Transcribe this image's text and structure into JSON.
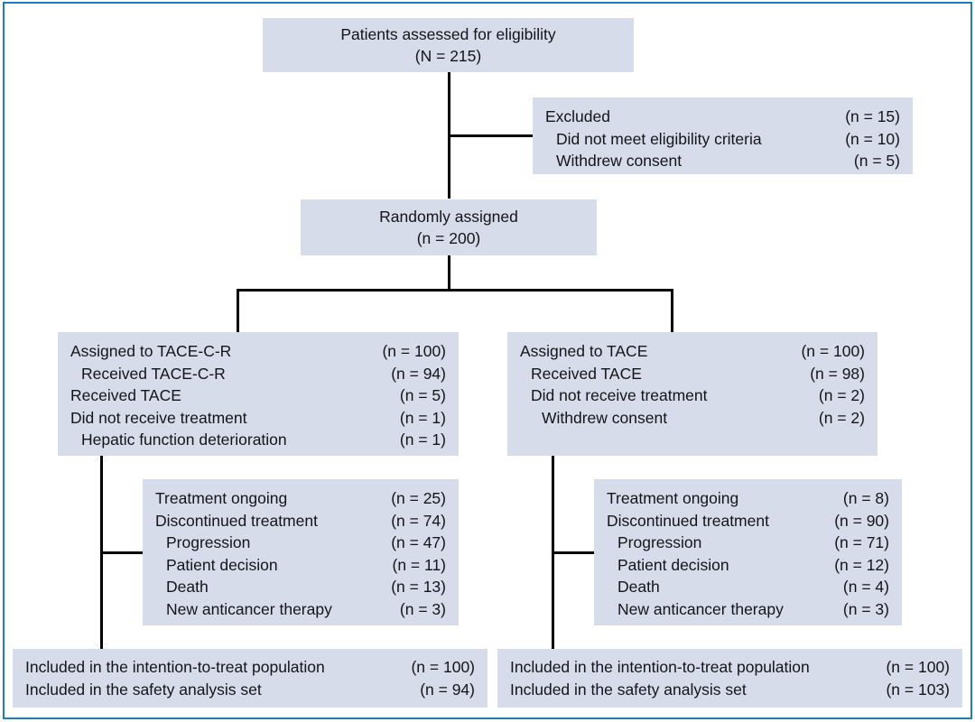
{
  "figure": {
    "type": "consort-flow-diagram",
    "border_color": "#1b7ec2",
    "box_fill": "#d6dcea",
    "line_color": "#000000",
    "text_color": "#12151a"
  },
  "enrollment": {
    "assessed": {
      "label": "Patients assessed for eligibility",
      "count": "(N = 215)"
    },
    "excluded": {
      "rows": [
        {
          "label": "Excluded",
          "num": "(n = 15)",
          "indent": 0
        },
        {
          "label": "Did not meet eligibility criteria",
          "num": "(n = 10)",
          "indent": 1
        },
        {
          "label": "Withdrew consent",
          "num": "(n = 5)",
          "indent": 1
        }
      ]
    },
    "randomized": {
      "label": "Randomly assigned",
      "count": "(n = 200)"
    }
  },
  "arms": {
    "left": {
      "allocation": {
        "rows": [
          {
            "label": "Assigned to TACE-C-R",
            "num": "(n = 100)",
            "indent": 0
          },
          {
            "label": "Received TACE-C-R",
            "num": "(n = 94)",
            "indent": 1
          },
          {
            "label": "Received TACE",
            "num": "(n = 5)",
            "indent": 0
          },
          {
            "label": "Did not receive treatment",
            "num": "(n = 1)",
            "indent": 0
          },
          {
            "label": "Hepatic function deterioration",
            "num": "(n = 1)",
            "indent": 1
          }
        ]
      },
      "followup": {
        "rows": [
          {
            "label": "Treatment ongoing",
            "num": "(n = 25)",
            "indent": 0
          },
          {
            "label": "Discontinued treatment",
            "num": "(n = 74)",
            "indent": 0
          },
          {
            "label": "Progression",
            "num": "(n = 47)",
            "indent": 1
          },
          {
            "label": "Patient decision",
            "num": "(n = 11)",
            "indent": 1
          },
          {
            "label": "Death",
            "num": "(n = 13)",
            "indent": 1
          },
          {
            "label": "New anticancer therapy",
            "num": "(n = 3)",
            "indent": 1
          }
        ]
      },
      "analysis": {
        "rows": [
          {
            "label": "Included in the intention-to-treat population",
            "num": "(n = 100)",
            "indent": 0
          },
          {
            "label": "Included in the safety analysis set",
            "num": "(n = 94)",
            "indent": 0
          }
        ]
      }
    },
    "right": {
      "allocation": {
        "rows": [
          {
            "label": "Assigned to TACE",
            "num": "(n = 100)",
            "indent": 0
          },
          {
            "label": "Received TACE",
            "num": "(n = 98)",
            "indent": 1
          },
          {
            "label": "Did not receive treatment",
            "num": "(n = 2)",
            "indent": 1
          },
          {
            "label": "Withdrew consent",
            "num": "(n = 2)",
            "indent": 2
          }
        ]
      },
      "followup": {
        "rows": [
          {
            "label": "Treatment ongoing",
            "num": "(n = 8)",
            "indent": 0
          },
          {
            "label": "Discontinued treatment",
            "num": "(n = 90)",
            "indent": 0
          },
          {
            "label": "Progression",
            "num": "(n = 71)",
            "indent": 1
          },
          {
            "label": "Patient decision",
            "num": "(n = 12)",
            "indent": 1
          },
          {
            "label": "Death",
            "num": "(n = 4)",
            "indent": 1
          },
          {
            "label": "New anticancer therapy",
            "num": "(n = 3)",
            "indent": 1
          }
        ]
      },
      "analysis": {
        "rows": [
          {
            "label": "Included in the intention-to-treat population",
            "num": "(n = 100)",
            "indent": 0
          },
          {
            "label": "Included in the safety analysis set",
            "num": "(n = 103)",
            "indent": 0
          }
        ]
      }
    }
  }
}
